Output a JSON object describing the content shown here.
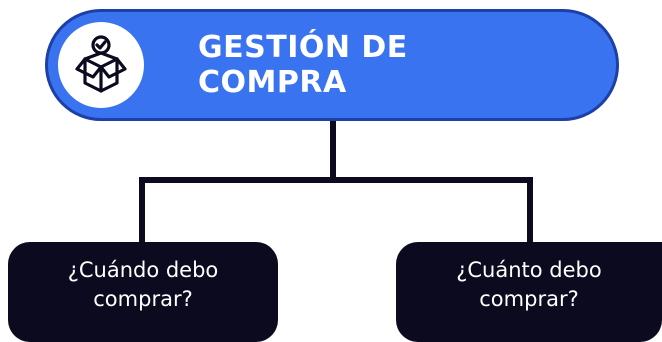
{
  "header": {
    "title": "GESTIÓN DE COMPRA",
    "icon": "box-check-icon",
    "fill_color": "#3a73f0",
    "border_color": "#1d3fa8"
  },
  "questions": [
    {
      "line1": "¿Cuándo debo",
      "line2": "comprar?"
    },
    {
      "line1": "¿Cuánto debo",
      "line2": "comprar?"
    }
  ],
  "colors": {
    "question_box": "#0b0a1e",
    "connector": "#0b0a1e",
    "text_light": "#ffffff"
  }
}
